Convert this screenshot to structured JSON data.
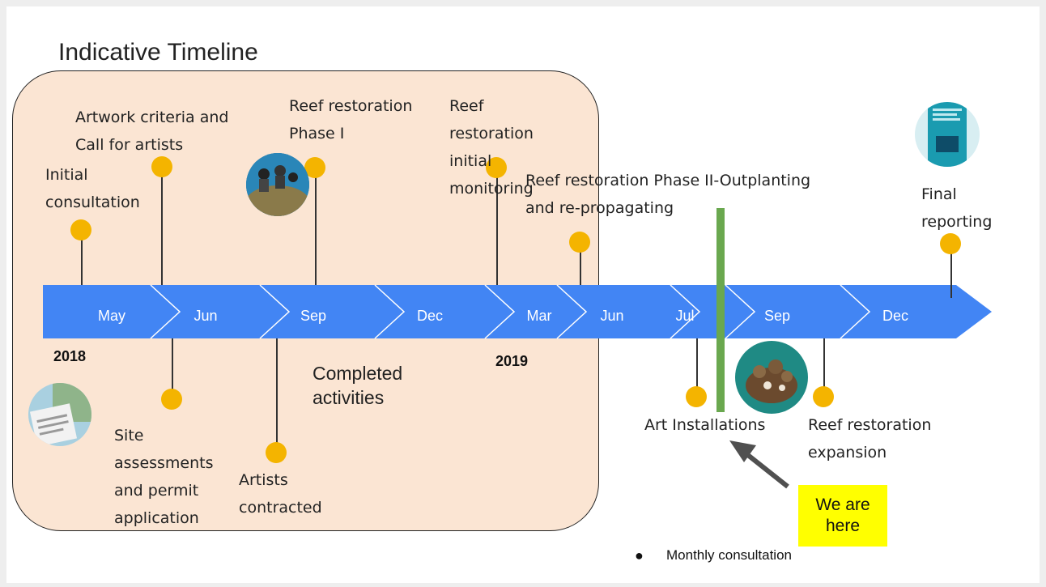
{
  "title": "Indicative Timeline",
  "completed_box_label": "Completed\nactivities",
  "timeline": {
    "color": "#4285f4",
    "months": [
      "May",
      "Jun",
      "Sep",
      "Dec",
      "Mar",
      "Jun",
      "Jul",
      "Sep",
      "Dec"
    ],
    "years": [
      "2018",
      "2019"
    ]
  },
  "milestones_above": [
    {
      "label": "Initial\nconsultation"
    },
    {
      "label": "Artwork criteria and\nCall for artists"
    },
    {
      "label": "Reef restoration\nPhase I"
    },
    {
      "label": "Reef\nrestoration\ninitial\nmonitoring"
    },
    {
      "label": "Reef restoration Phase II-Outplanting\nand re-propagating"
    },
    {
      "label": "Final\nreporting"
    }
  ],
  "milestones_below": [
    {
      "label": "Site\nassessments\nand permit\napplication"
    },
    {
      "label": "Artists\ncontracted"
    },
    {
      "label": "Art Installations"
    },
    {
      "label": "Reef restoration\nexpansion"
    }
  ],
  "current_marker": {
    "label": "We are\nhere",
    "color": "#6aa84f",
    "box_color": "#ffff00"
  },
  "legend": {
    "bullet": "●",
    "text": "Monthly consultation"
  },
  "dot_color": "#f4b400",
  "completed_color": "#fbe5d3"
}
